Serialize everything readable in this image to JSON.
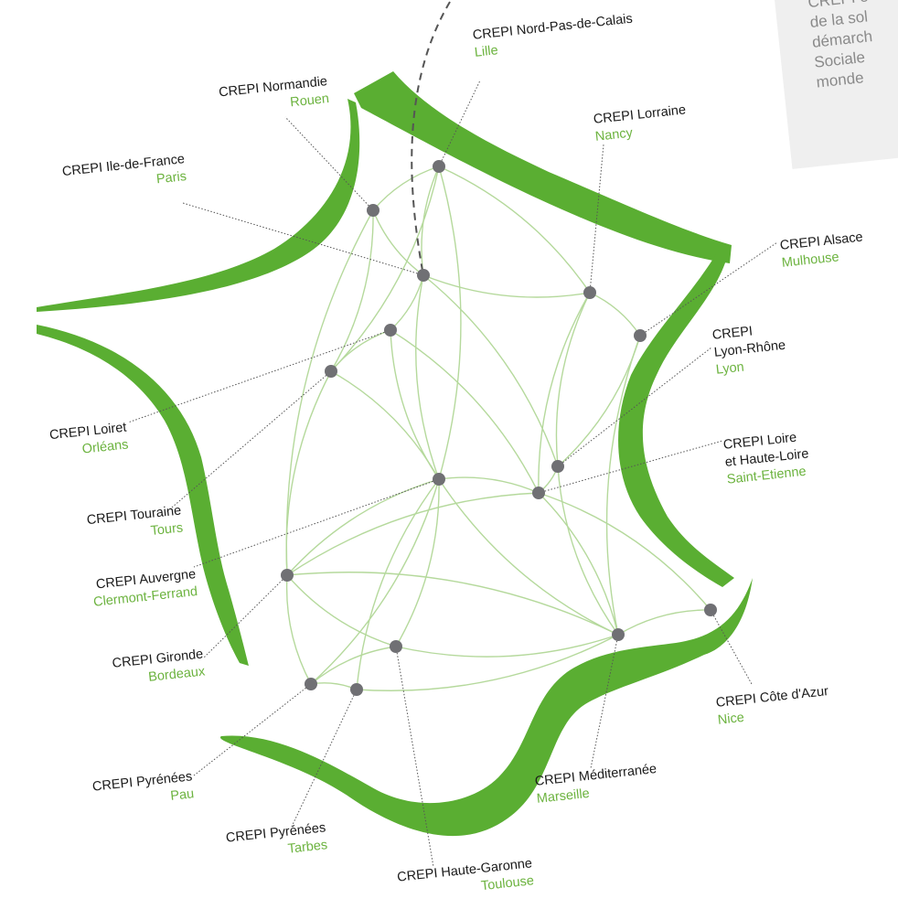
{
  "colors": {
    "map_green": "#5aae32",
    "network_line": "#b5d99c",
    "node": "#707074",
    "city_text": "#6cb33f",
    "label_text": "#1a1a1a",
    "note_bg": "#efefef",
    "note_text": "#8a8a8a"
  },
  "note": {
    "lines": [
      "CREPI é",
      "de la sol",
      "démarch",
      "Sociale",
      "monde"
    ]
  },
  "labels": {
    "nord": {
      "name": "CREPI Nord-Pas-de-Calais",
      "city": "Lille"
    },
    "normandie": {
      "name": "CREPI Normandie",
      "city": "Rouen"
    },
    "lorraine": {
      "name": "CREPI Lorraine",
      "city": "Nancy"
    },
    "idf": {
      "name": "CREPI Ile-de-France",
      "city": "Paris"
    },
    "alsace": {
      "name": "CREPI Alsace",
      "city": "Mulhouse"
    },
    "lyon": {
      "name1": "CREPI",
      "name2": "Lyon-Rhône",
      "city": "Lyon"
    },
    "loiret": {
      "name": "CREPI Loiret",
      "city": "Orléans"
    },
    "loire": {
      "name1": "CREPI Loire",
      "name2": "et Haute-Loire",
      "city": "Saint-Etienne"
    },
    "touraine": {
      "name": "CREPI Touraine",
      "city": "Tours"
    },
    "auvergne": {
      "name": "CREPI Auvergne",
      "city": "Clermont-Ferrand"
    },
    "gironde": {
      "name": "CREPI Gironde",
      "city": "Bordeaux"
    },
    "cote_azur": {
      "name": "CREPI Côte d'Azur",
      "city": "Nice"
    },
    "pau": {
      "name": "CREPI Pyrénées",
      "city": "Pau"
    },
    "mediterranee": {
      "name": "CREPI Méditerranée",
      "city": "Marseille"
    },
    "tarbes": {
      "name": "CREPI Pyrénées",
      "city": "Tarbes"
    },
    "haute_garonne": {
      "name": "CREPI Haute-Garonne",
      "city": "Toulouse"
    }
  }
}
